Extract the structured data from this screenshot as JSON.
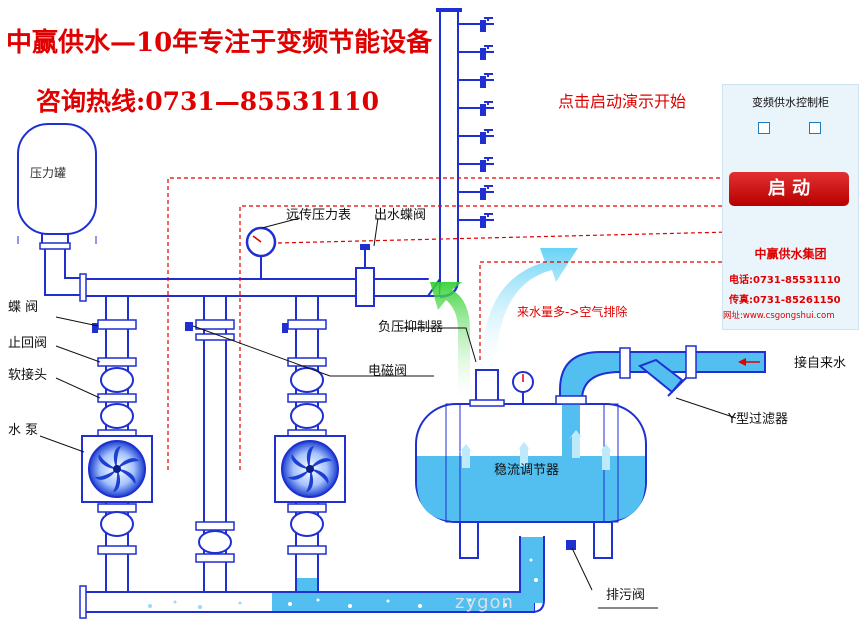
{
  "header": {
    "title": "中赢供水—10年专注于变频节能设备",
    "hotline": "咨询热线:0731—85531110"
  },
  "demo_hint": "点击启动演示开始",
  "labels": {
    "pressure_tank": "压力罐",
    "butterfly_valve": "蝶 阀",
    "check_valve": "止回阀",
    "soft_joint": "软接头",
    "pump": "水 泵",
    "remote_gauge": "远传压力表",
    "outlet_butterfly_valve": "出水蝶阀",
    "negative_pressure_suppressor": "负压抑制器",
    "solenoid_valve": "电磁阀",
    "air_exhaust": "来水量多->空气排除",
    "steady_flow_regulator": "稳流调节器",
    "y_filter": "Y型过滤器",
    "inlet": "接自来水",
    "drain_valve": "排污阀"
  },
  "control_panel": {
    "title": "变频供水控制柜",
    "start_button": "启 动",
    "company": "中赢供水集团",
    "phone": "电话:0731-85531110",
    "fax": "传真:0731-85261150",
    "website": "网址:www.csgongshui.com"
  },
  "watermark": "zygon",
  "colors": {
    "pipe_blue": "#1f2fd1",
    "water_blue": "#52bff0",
    "accent_red": "#e00000"
  }
}
